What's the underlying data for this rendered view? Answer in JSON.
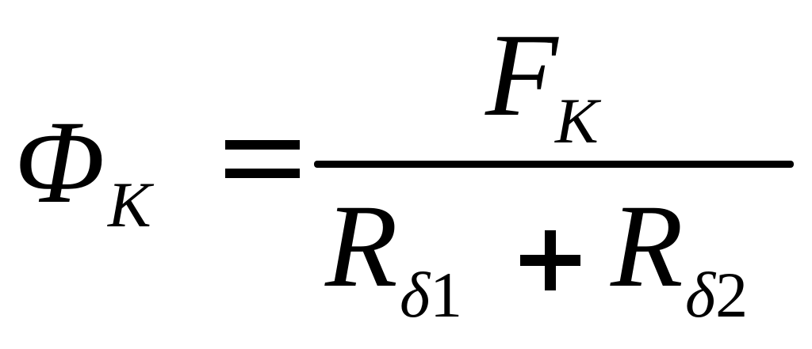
{
  "formula": {
    "lhs": {
      "symbol": "Φ",
      "subscript": "K"
    },
    "equals": "=",
    "numerator": {
      "symbol": "F",
      "subscript": "K"
    },
    "denominator": {
      "term1": {
        "symbol": "R",
        "subscript_greek": "δ",
        "subscript_index": "1"
      },
      "operator": "+",
      "term2": {
        "symbol": "R",
        "subscript_greek": "δ",
        "subscript_index": "2"
      }
    }
  }
}
